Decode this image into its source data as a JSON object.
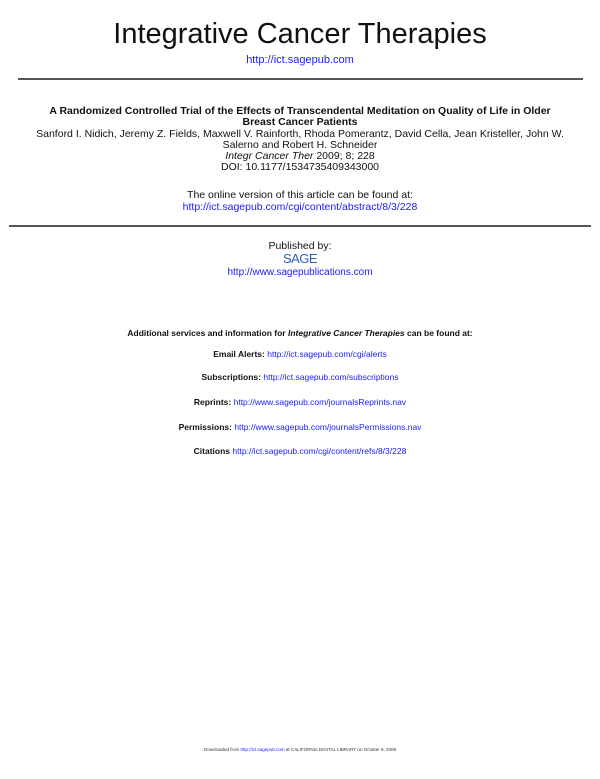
{
  "journal": {
    "title": "Integrative Cancer Therapies",
    "url": "http://ict.sagepub.com"
  },
  "article": {
    "title_line1": "A Randomized Controlled Trial of the Effects of Transcendental Meditation on Quality of Life in Older",
    "title_line2": "Breast Cancer Patients",
    "authors_line1": "Sanford I. Nidich, Jeremy Z. Fields, Maxwell V. Rainforth, Rhoda Pomerantz, David Cella, Jean Kristeller, John W.",
    "authors_line2": "Salerno and Robert H. Schneider",
    "citation_journal": "Integr Cancer Ther",
    "citation_rest": " 2009; 8; 228",
    "doi": "DOI: 10.1177/1534735409343000",
    "online_label": "The online version of this article can be found at:",
    "online_url": "http://ict.sagepub.com/cgi/content/abstract/8/3/228"
  },
  "publisher": {
    "label": "Published by:",
    "logo": "SAGE",
    "url": "http://www.sagepublications.com"
  },
  "services": {
    "intro_prefix": "Additional services and information for ",
    "intro_journal": "Integrative Cancer Therapies",
    "intro_suffix": " can be found at:",
    "items": [
      {
        "label": "Email Alerts:",
        "url": "http://ict.sagepub.com/cgi/alerts"
      },
      {
        "label": "Subscriptions:",
        "url": "http://ict.sagepub.com/subscriptions"
      },
      {
        "label": "Reprints:",
        "url": "http://www.sagepub.com/journalsReprints.nav"
      },
      {
        "label": "Permissions:",
        "url": "http://www.sagepub.com/journalsPermissions.nav"
      },
      {
        "label": "Citations",
        "url": "http://ict.sagepub.com/cgi/content/refs/8/3/228"
      }
    ]
  },
  "footer": {
    "prefix": "Downloaded from ",
    "url": "http://ict.sagepub.com",
    "suffix": " at CALIFORNIA DIGITAL LIBRARY on October 8, 2009"
  }
}
